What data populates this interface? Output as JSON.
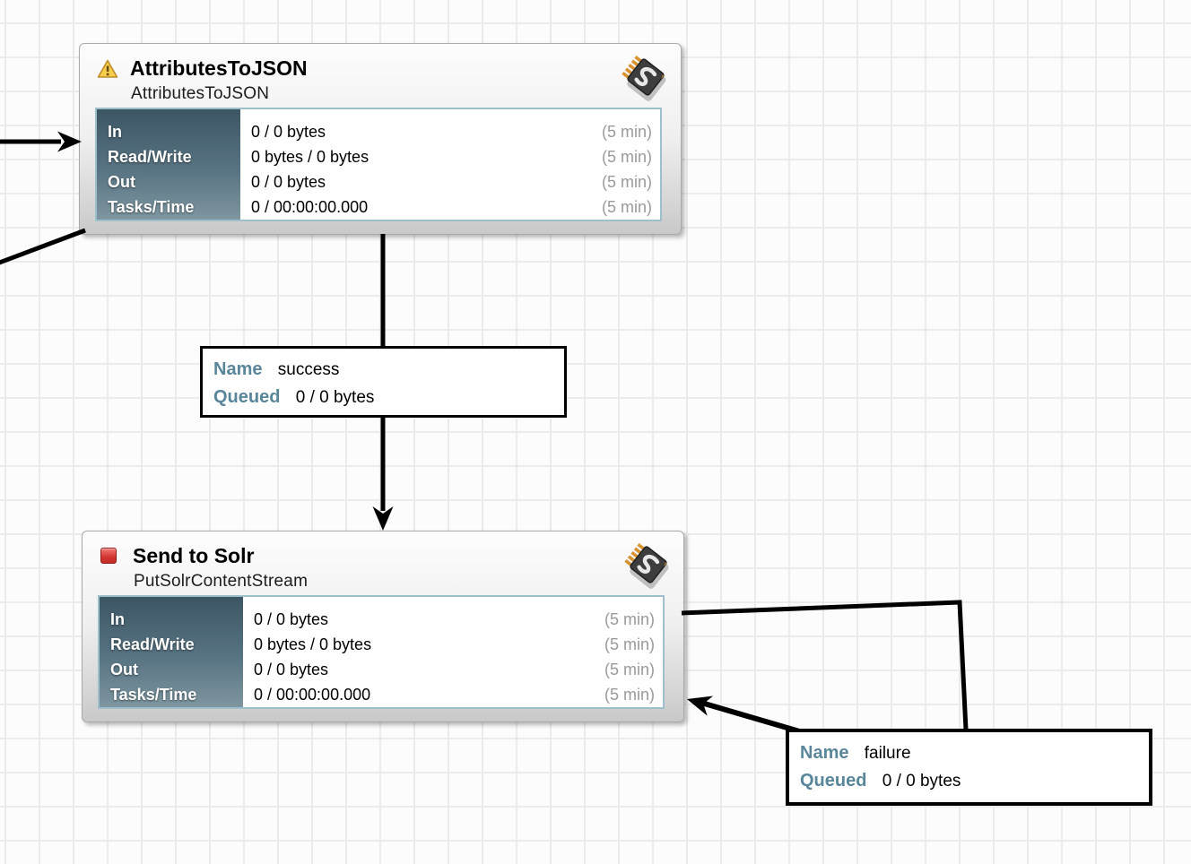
{
  "processors": [
    {
      "title": "AttributesToJSON",
      "type": "AttributesToJSON",
      "status": "warning",
      "stats": [
        {
          "label": "In",
          "value": "0 / 0 bytes",
          "window": "(5 min)"
        },
        {
          "label": "Read/Write",
          "value": "0 bytes / 0 bytes",
          "window": "(5 min)"
        },
        {
          "label": "Out",
          "value": "0 / 0 bytes",
          "window": "(5 min)"
        },
        {
          "label": "Tasks/Time",
          "value": "0 / 00:00:00.000",
          "window": "(5 min)"
        }
      ]
    },
    {
      "title": "Send to Solr",
      "type": "PutSolrContentStream",
      "status": "stopped",
      "stats": [
        {
          "label": "In",
          "value": "0 / 0 bytes",
          "window": "(5 min)"
        },
        {
          "label": "Read/Write",
          "value": "0 bytes / 0 bytes",
          "window": "(5 min)"
        },
        {
          "label": "Out",
          "value": "0 / 0 bytes",
          "window": "(5 min)"
        },
        {
          "label": "Tasks/Time",
          "value": "0 / 00:00:00.000",
          "window": "(5 min)"
        }
      ]
    }
  ],
  "connections": [
    {
      "name_label": "Name",
      "name_value": "success",
      "queued_label": "Queued",
      "queued_value": "0 / 0 bytes"
    },
    {
      "name_label": "Name",
      "name_value": "failure",
      "queued_label": "Queued",
      "queued_value": "0 / 0 bytes"
    }
  ],
  "icons": {
    "processor_1_status": "warning-triangle-icon",
    "processor_2_status": "stopped-red-square-icon",
    "processor_badge": "chip-gear-icon"
  },
  "colors": {
    "accent_teal": "#59869b",
    "stats_gradient_top": "#3c5664",
    "stats_gradient_bottom": "#7d96a0",
    "stats_border": "#9ec0cd",
    "warning_yellow": "#f5ce4c",
    "stopped_red": "#d33430",
    "connection_line": "#000000",
    "window_gray": "#9a9a9a",
    "grid_line": "#ebebeb"
  }
}
